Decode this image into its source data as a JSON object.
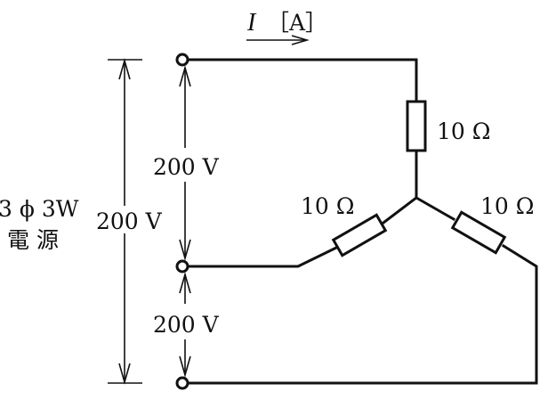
{
  "current": {
    "symbol": "I",
    "unit": "［A］"
  },
  "source": {
    "phase_label": "3 ϕ 3W",
    "name": "電 源"
  },
  "voltages": {
    "line_total": "200 V",
    "upper_pair": "200 V",
    "lower_pair": "200 V"
  },
  "resistors": {
    "top": "10 Ω",
    "left": "10 Ω",
    "right": "10 Ω"
  },
  "colors": {
    "ink": "#111111",
    "background": "#ffffff"
  }
}
